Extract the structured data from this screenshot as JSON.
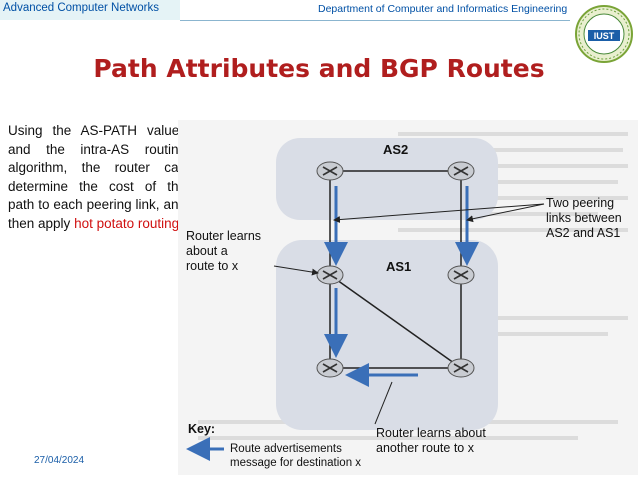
{
  "header": {
    "course": "Advanced Computer Networks",
    "department": "Department of  Computer and Informatics Engineering",
    "logo_text": "IUST"
  },
  "title": "Path Attributes and BGP Routes",
  "body": {
    "text": "Using the AS-PATH values and the intra-AS routing algorithm, the router can determine the cost of the path to each peering link, and then apply ",
    "highlight": "hot potato routing"
  },
  "figure": {
    "as_top": "AS2",
    "as_bottom": "AS1",
    "label_peering": [
      "Two peering",
      "links between",
      "AS2 and AS1"
    ],
    "label_learns_1": [
      "Router learns",
      "about a",
      "route to x"
    ],
    "label_learns_2": [
      "Router learns about",
      "another route to x"
    ],
    "key_title": "Key:",
    "key_text": [
      "Route advertisements",
      "message for destination x"
    ]
  },
  "footer": {
    "date": "27/04/2024"
  },
  "colors": {
    "title": "#b01e1e",
    "header": "#0050a5",
    "highlight": "#d01010",
    "arrow": "#3a6fb8"
  }
}
